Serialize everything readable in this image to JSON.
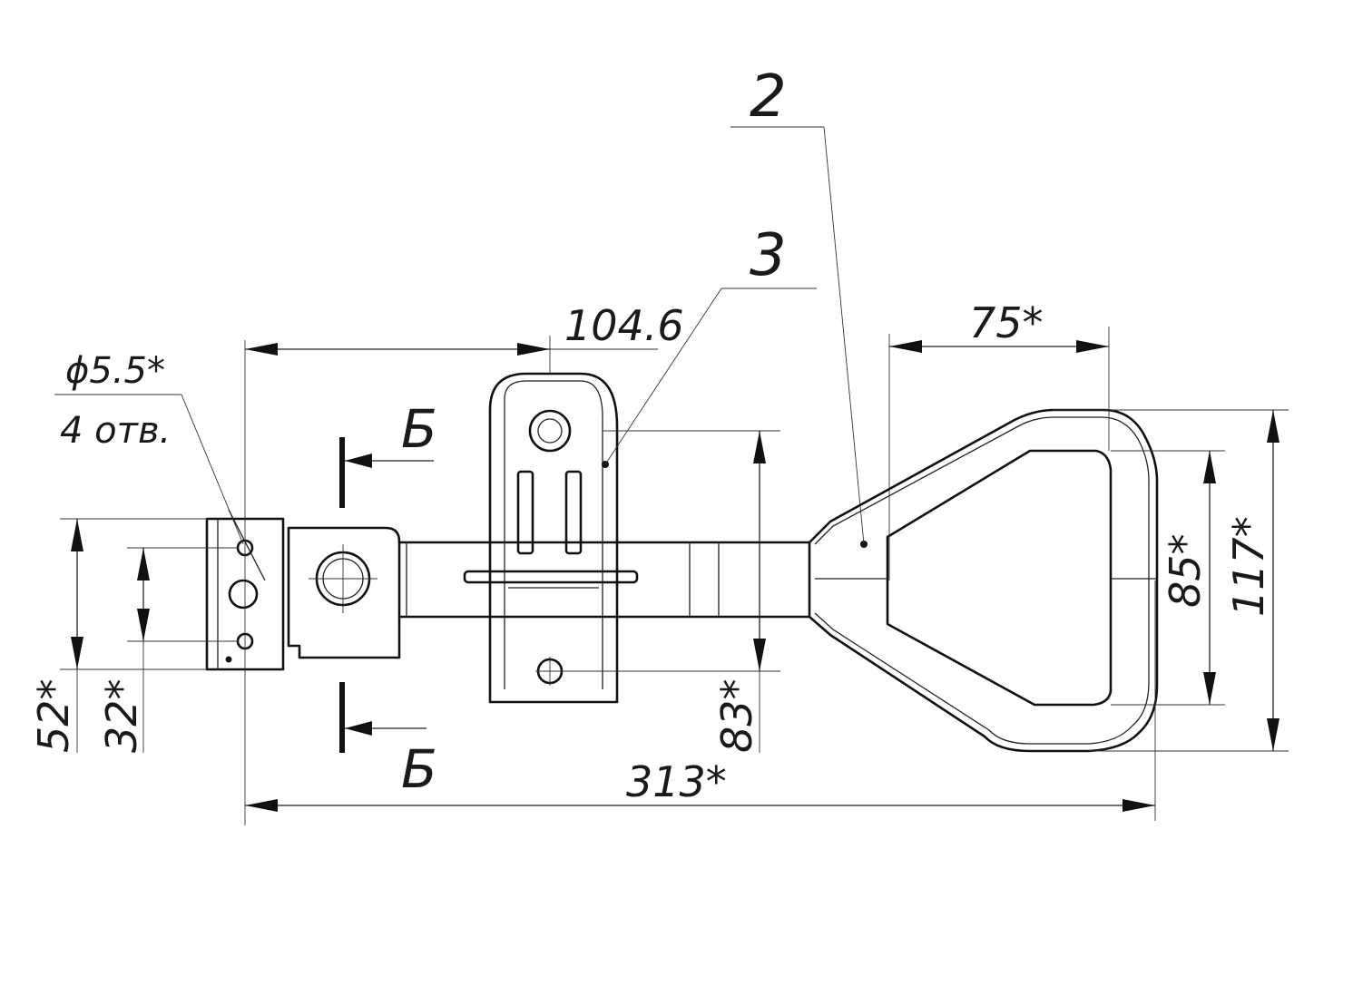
{
  "labels": {
    "part_2": "2",
    "part_3": "3",
    "section_top": "Б",
    "section_bottom": "Б"
  },
  "dimensions": {
    "hole_diameter": "ϕ5.5*",
    "hole_count": "4 отв.",
    "length_104": "104.6",
    "width_75": "75*",
    "height_85": "85*",
    "height_117": "117*",
    "height_83": "83*",
    "height_52": "52*",
    "height_32": "32*",
    "total_313": "313*"
  }
}
